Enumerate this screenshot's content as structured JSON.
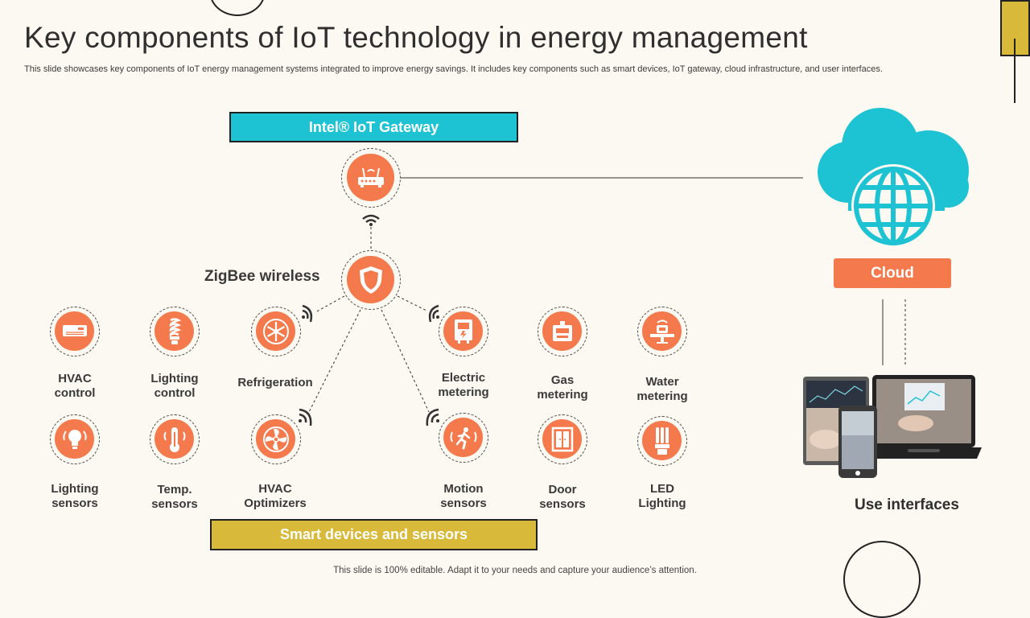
{
  "slide": {
    "title": "Key components of IoT technology in energy management",
    "subtitle": "This slide showcases key components of IoT energy management systems integrated to improve energy savings. It includes key components such as smart devices, IoT gateway,  cloud infrastructure, and user interfaces.",
    "footer": "This slide is 100% editable. Adapt it to your needs and capture your audience’s attention."
  },
  "diagram": {
    "gateway_label": "Intel® IoT Gateway",
    "zigbee_label": "ZigBee wireless",
    "cloud_label": "Cloud",
    "devices_label": "Smart devices and sensors",
    "user_label": "Use interfaces",
    "devices": {
      "hvac_control": [
        "HVAC",
        "control"
      ],
      "lighting_control": [
        "Lighting",
        "control"
      ],
      "refrigeration": [
        "Refrigeration"
      ],
      "electric_metering": [
        "Electric",
        "metering"
      ],
      "gas_metering": [
        "Gas",
        "metering"
      ],
      "water_metering": [
        "Water",
        "metering"
      ],
      "lighting_sensors": [
        "Lighting",
        "sensors"
      ],
      "temp_sensors": [
        "Temp.",
        "sensors"
      ],
      "hvac_optimizers": [
        "HVAC",
        "Optimizers"
      ],
      "motion_sensors": [
        "Motion",
        "sensors"
      ],
      "door_sensors": [
        "Door",
        "sensors"
      ],
      "led_lighting": [
        "LED",
        "Lighting"
      ]
    }
  },
  "colors": {
    "accent_orange": "#f47a4d",
    "accent_cyan": "#1ec3d3",
    "accent_gold": "#d8b93a",
    "background": "#fcf9f2"
  },
  "icons": {
    "gateway": "router-icon",
    "zigbee": "shield-icon",
    "cloud": "cloud-globe-icon",
    "hvac_control": "air-conditioner-icon",
    "lighting_control": "cfl-bulb-icon",
    "refrigeration": "snowflake-icon",
    "electric_metering": "electric-meter-icon",
    "gas_metering": "gas-meter-icon",
    "water_metering": "water-meter-icon",
    "lighting_sensors": "bulb-sensor-icon",
    "temp_sensors": "thermometer-icon",
    "hvac_optimizers": "fan-icon",
    "motion_sensors": "running-person-icon",
    "door_sensors": "door-icon",
    "led_lighting": "led-bulb-icon"
  }
}
